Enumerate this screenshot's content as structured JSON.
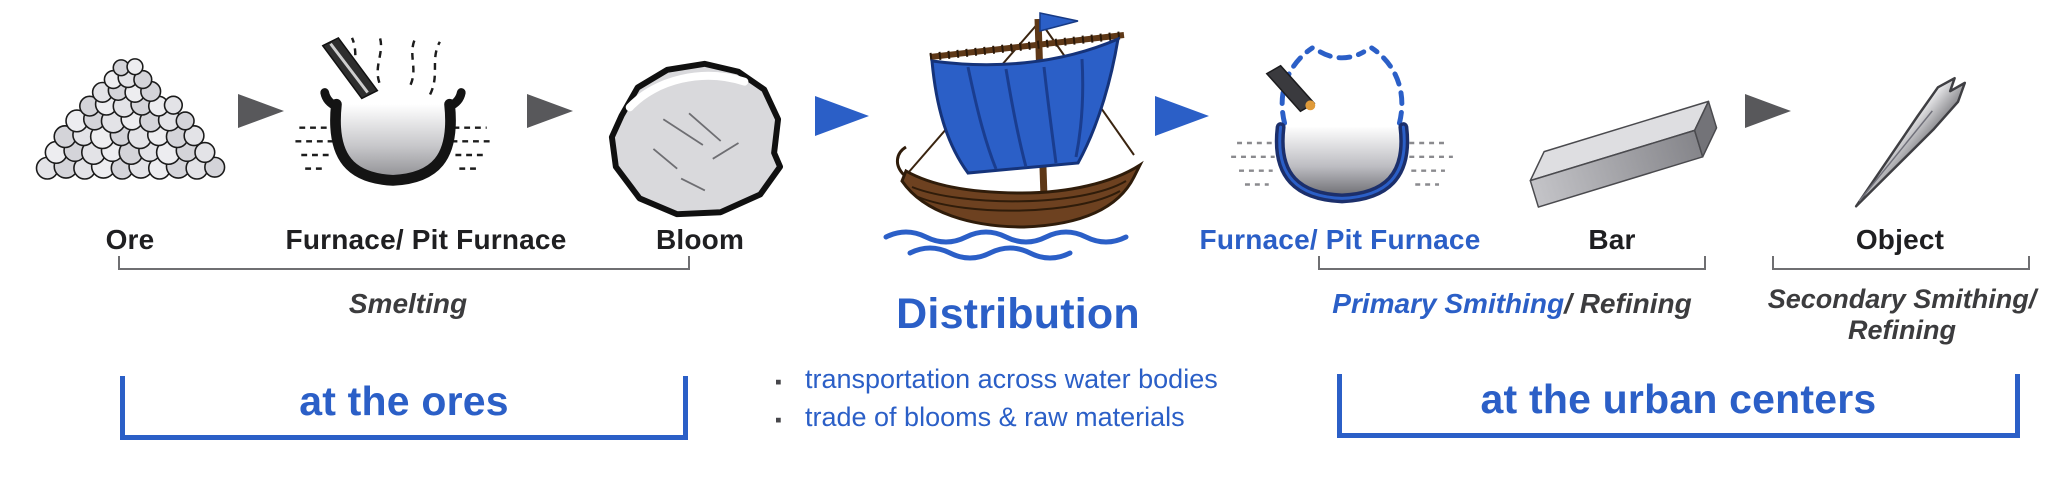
{
  "colors": {
    "blue": "#2b5fc7",
    "arrow_gray": "#58585b",
    "label_dark": "#1f1f21",
    "muted_gray": "#45454a",
    "bracket_gray": "#6f6f72"
  },
  "stages": {
    "ore": {
      "label": "Ore"
    },
    "furnace_smelting": {
      "label": "Furnace/ Pit Furnace"
    },
    "bloom": {
      "label": "Bloom"
    },
    "furnace_smithing": {
      "label": "Furnace/ Pit Furnace"
    },
    "bar": {
      "label": "Bar"
    },
    "object": {
      "label": "Object"
    }
  },
  "process_groups": {
    "smelting": {
      "label": "Smelting"
    },
    "primary_smithing": {
      "smithing": "Primary Smithing",
      "refining": "/ Refining"
    },
    "secondary_smithing": {
      "line1": "Secondary Smithing/",
      "line2": "Refining"
    }
  },
  "distribution": {
    "title": "Distribution",
    "bullet_glyph": "▪",
    "bullets": [
      "transportation across water bodies",
      "trade of blooms & raw materials"
    ]
  },
  "locations": {
    "ores": {
      "label": "at the ores"
    },
    "urban": {
      "label": "at the urban centers"
    }
  },
  "icons": {
    "ore": "ore-pile-icon",
    "smelting_furnace": "pit-furnace-icon",
    "bloom": "bloom-icon",
    "ship": "sailing-ship-icon",
    "smithing_furnace": "pit-furnace-blue-icon",
    "bar": "metal-bar-icon",
    "object": "pointed-tool-icon",
    "flow_arrow": "arrow-right-icon"
  }
}
